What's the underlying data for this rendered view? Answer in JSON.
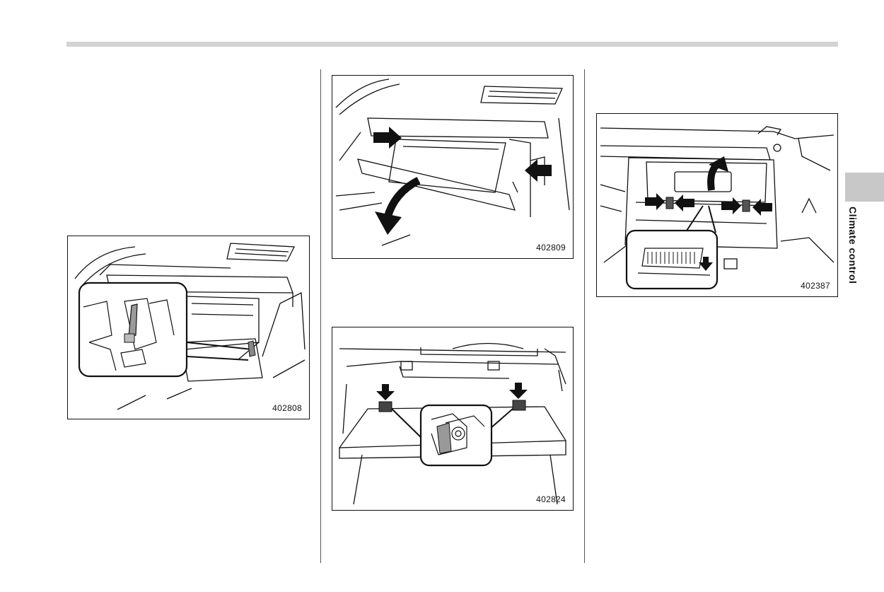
{
  "section_tab": {
    "label": "Climate control"
  },
  "figures": [
    {
      "number": "402808"
    },
    {
      "number": "402809"
    },
    {
      "number": "402824"
    },
    {
      "number": "402387"
    }
  ]
}
